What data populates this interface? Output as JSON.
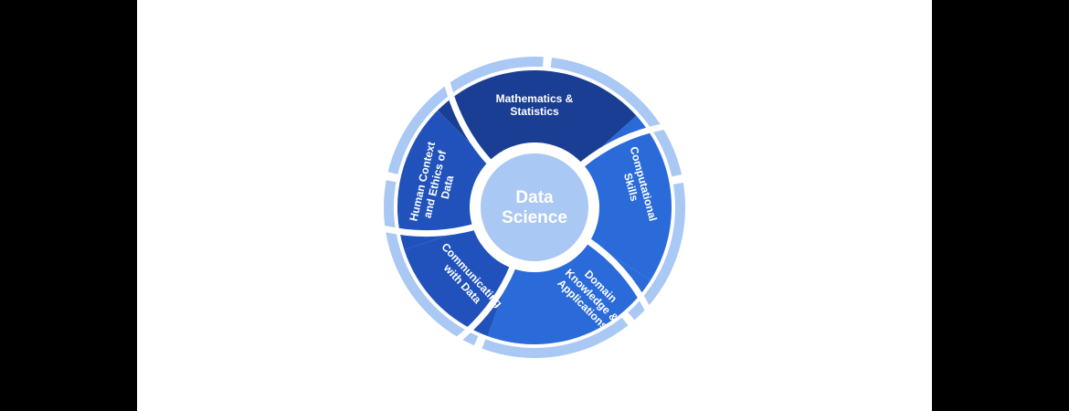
{
  "colors": {
    "page_background": "#ffffff",
    "side_bars": "#000000",
    "outer_ring": "#a9c8f3",
    "center_circle": "#a9c8f3",
    "divider": "#ffffff",
    "label_text": "#ffffff"
  },
  "diagram": {
    "center": {
      "lines": [
        "Data",
        "Science"
      ]
    },
    "segments": [
      {
        "id": "mathematics-statistics",
        "lines": [
          "Mathematics &",
          "Statistics"
        ],
        "color": "#1a3e94"
      },
      {
        "id": "computational-skills",
        "lines": [
          "Computational",
          "Skills"
        ],
        "color": "#2a6ad9"
      },
      {
        "id": "domain-knowledge-applications",
        "lines": [
          "Domain",
          "Knowledge &",
          "Applications"
        ],
        "color": "#2a6ad9"
      },
      {
        "id": "communicating-with-data",
        "lines": [
          "Communicating",
          "with Data"
        ],
        "color": "#2152bb"
      },
      {
        "id": "human-context-ethics",
        "lines": [
          "Human Context",
          "and Ethics of",
          "Data"
        ],
        "color": "#2152bb"
      }
    ]
  }
}
